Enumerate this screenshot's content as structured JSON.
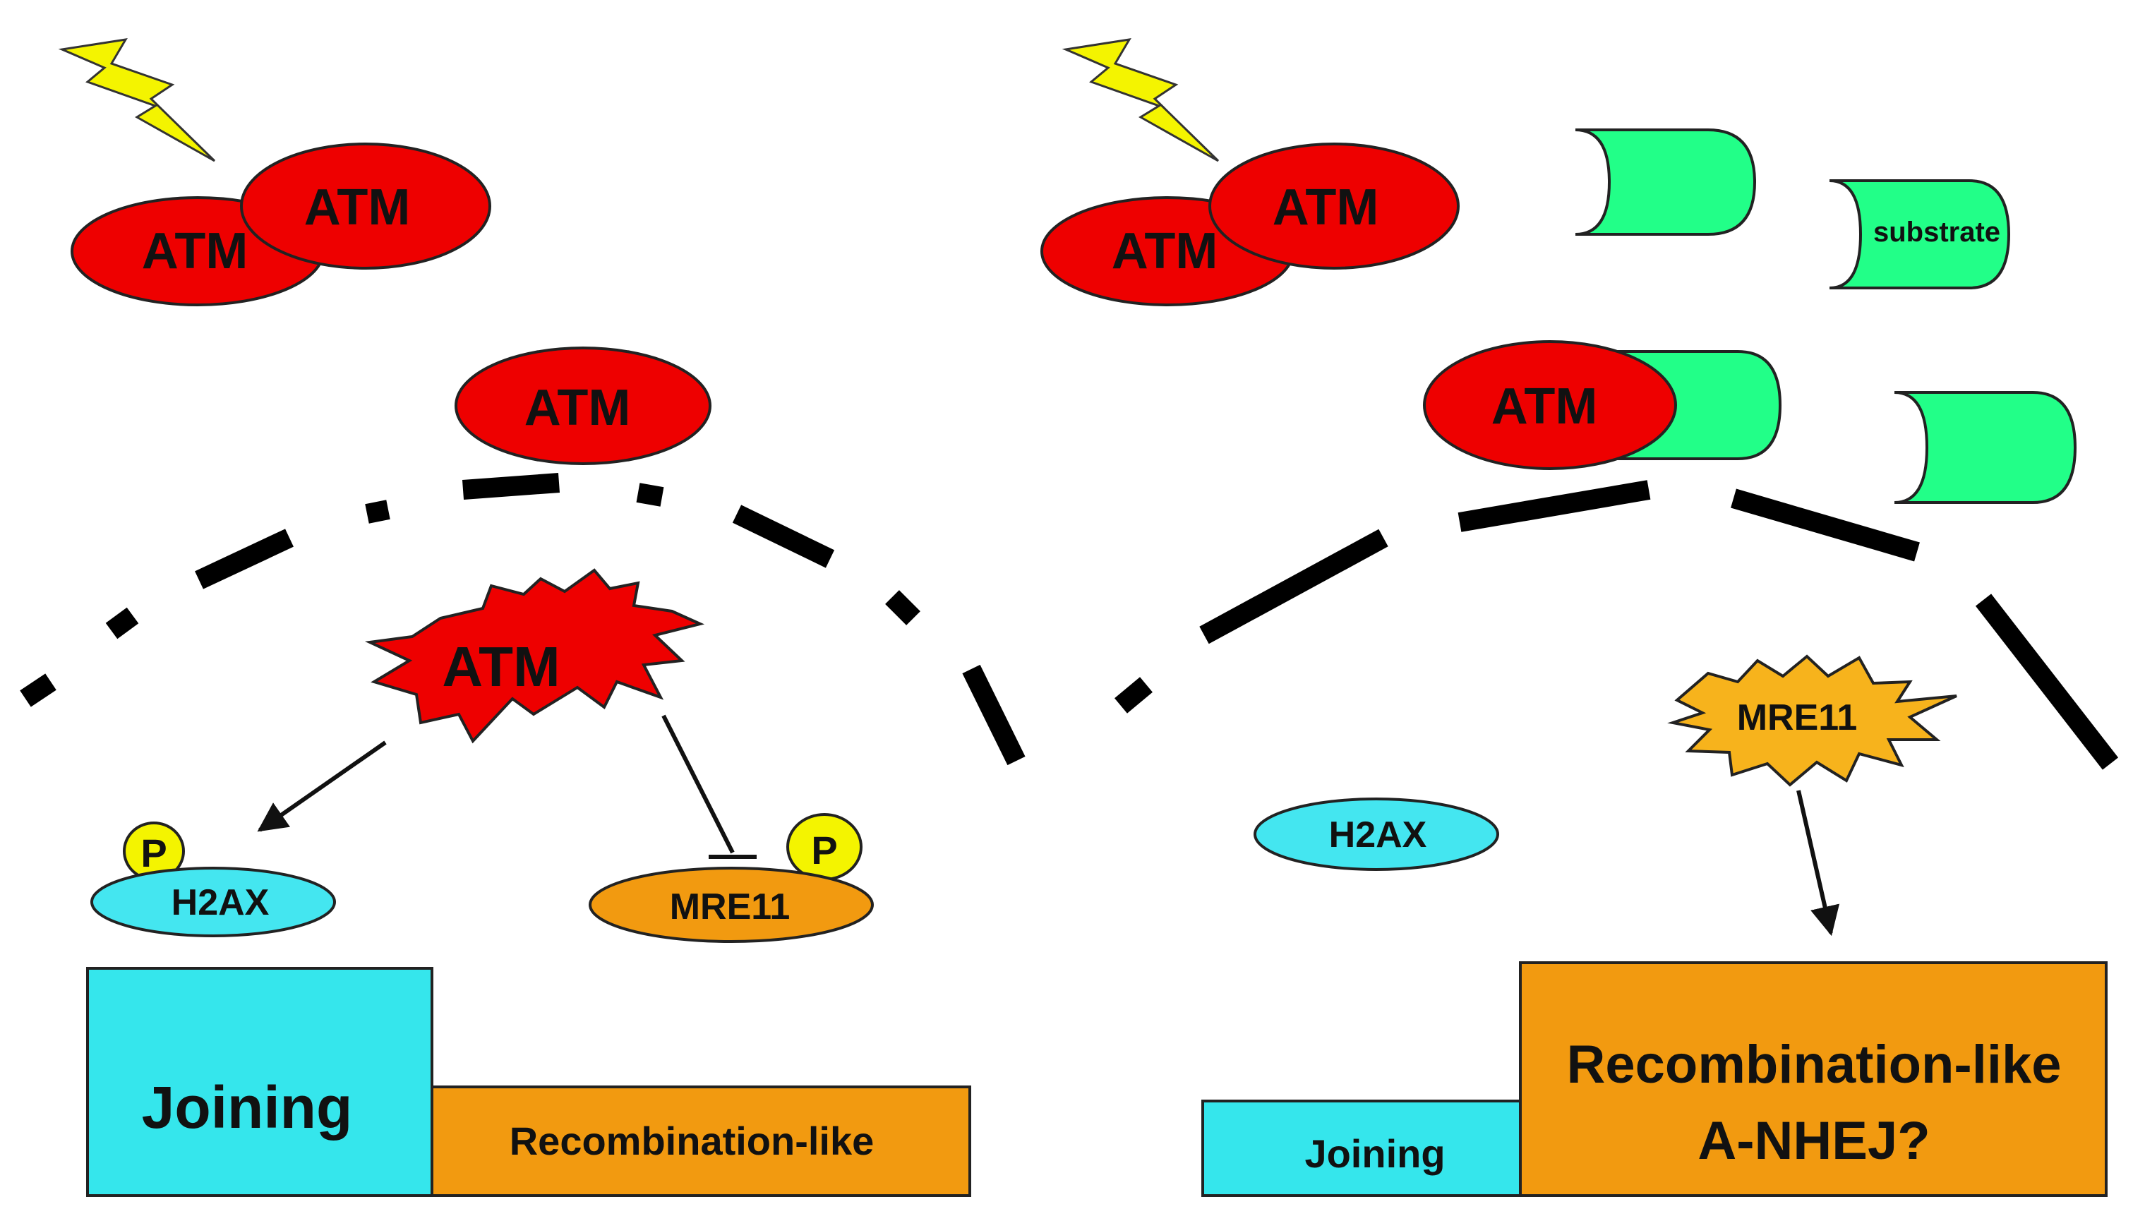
{
  "colors": {
    "atm_fill": "#ee0000",
    "atm_stroke": "#222222",
    "substrate_fill": "#22ff88",
    "h2ax_fill": "#44e6f0",
    "mre11_fill": "#f29a10",
    "mre11_active_fill": "#f7b31c",
    "phospho_fill": "#f4f400",
    "bolt_fill": "#f4f400",
    "joining_fill": "#35e6ec",
    "recombination_fill": "#f29a10",
    "membrane": "#000000"
  },
  "icons": [
    "lightning-bolt-icon",
    "lightning-bolt-icon"
  ],
  "left_panel": {
    "dimer": {
      "back": "ATM",
      "front": "ATM"
    },
    "monomer": "ATM",
    "activated": "ATM",
    "h2ax": {
      "label": "H2AX",
      "phospho": "P"
    },
    "mre11": {
      "label": "MRE11",
      "phospho": "P"
    },
    "bars": {
      "joining": "Joining",
      "recombination": "Recombination-like"
    }
  },
  "right_panel": {
    "dimer": {
      "back": "ATM",
      "front": "ATM"
    },
    "substrate_label": "substrate",
    "bound": "ATM",
    "active_mre11": "MRE11",
    "h2ax": "H2AX",
    "bars": {
      "joining": "Joining",
      "recombination_line1": "Recombination-like",
      "recombination_line2": "A-NHEJ?"
    }
  }
}
